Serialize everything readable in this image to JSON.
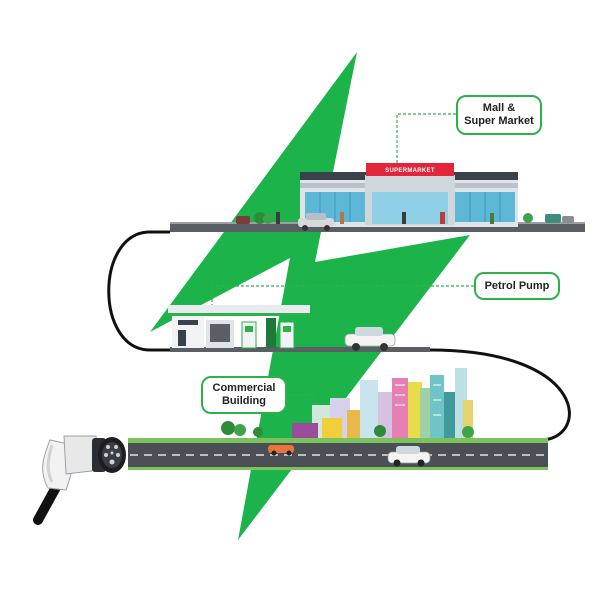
{
  "callouts": {
    "mall": "Mall &\nSuper Market",
    "petrol": "Petrol Pump",
    "commercial": "Commercial\nBuilding"
  },
  "sign": {
    "supermarket": "SUPERMARKET"
  },
  "colors": {
    "bolt": "#1db34b",
    "callout_border": "#2bb34a",
    "road": "#4a4f55",
    "road_path": "#111111"
  },
  "icons": [
    "lightning-bolt-icon",
    "ev-charger-plug-icon"
  ]
}
